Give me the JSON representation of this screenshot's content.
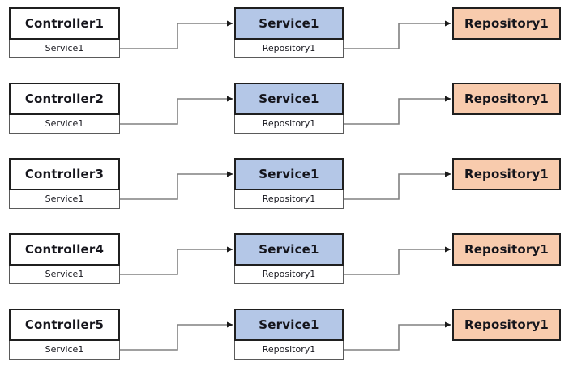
{
  "colors": {
    "service_fill": "#b4c7e7",
    "repository_fill": "#f8cbad",
    "controller_fill": "#ffffff",
    "node_border": "#1f1f1f",
    "member_border": "#5a5a5a",
    "connector_line": "#808080",
    "arrowhead": "#1a1a1a",
    "text": "#15151c"
  },
  "rows": [
    {
      "controller": {
        "title": "Controller1",
        "member": "Service1"
      },
      "service": {
        "title": "Service1",
        "member": "Repository1"
      },
      "repository": {
        "title": "Repository1"
      }
    },
    {
      "controller": {
        "title": "Controller2",
        "member": "Service1"
      },
      "service": {
        "title": "Service1",
        "member": "Repository1"
      },
      "repository": {
        "title": "Repository1"
      }
    },
    {
      "controller": {
        "title": "Controller3",
        "member": "Service1"
      },
      "service": {
        "title": "Service1",
        "member": "Repository1"
      },
      "repository": {
        "title": "Repository1"
      }
    },
    {
      "controller": {
        "title": "Controller4",
        "member": "Service1"
      },
      "service": {
        "title": "Service1",
        "member": "Repository1"
      },
      "repository": {
        "title": "Repository1"
      }
    },
    {
      "controller": {
        "title": "Controller5",
        "member": "Service1"
      },
      "service": {
        "title": "Service1",
        "member": "Repository1"
      },
      "repository": {
        "title": "Repository1"
      }
    }
  ]
}
